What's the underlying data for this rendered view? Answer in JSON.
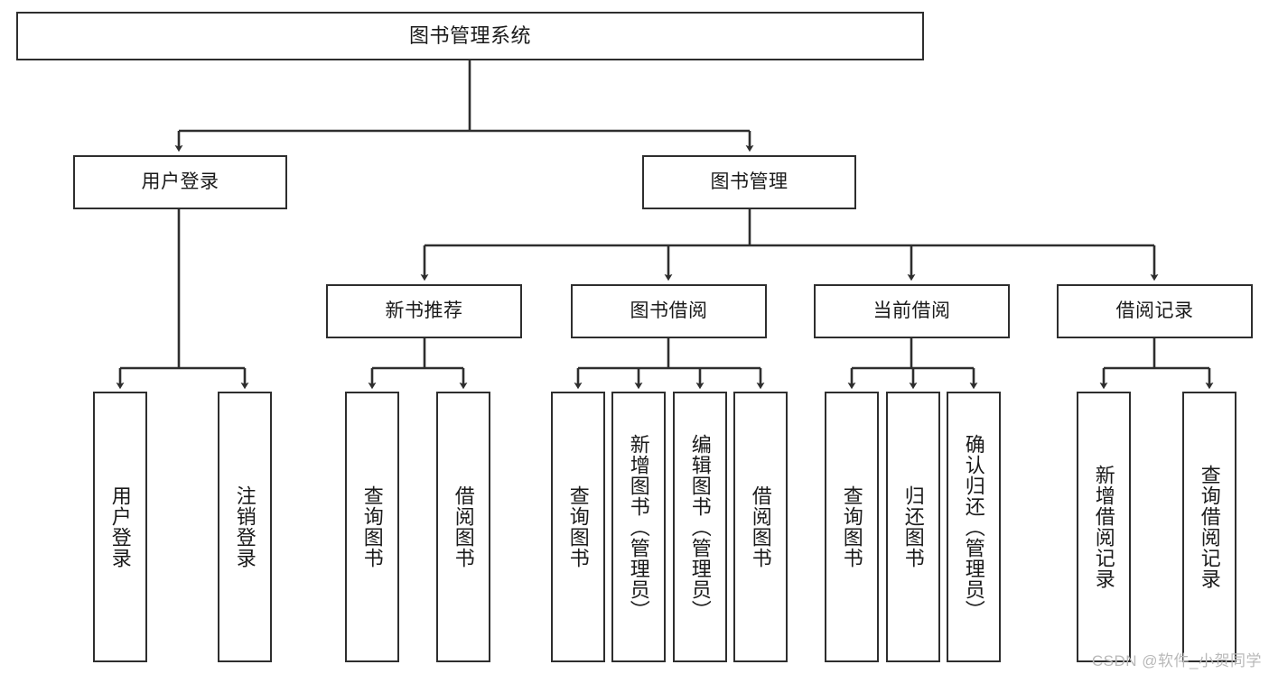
{
  "diagram": {
    "type": "tree",
    "title_text": "图书管理系统",
    "colors": {
      "stroke": "#2e2e2e",
      "fill": "#ffffff",
      "text": "#1a1a1a",
      "watermark": "#b9b9b9"
    },
    "root": {
      "label": "图书管理系统"
    },
    "level2": [
      {
        "label": "用户登录"
      },
      {
        "label": "图书管理"
      }
    ],
    "level3": [
      {
        "label": "新书推荐"
      },
      {
        "label": "图书借阅"
      },
      {
        "label": "当前借阅"
      },
      {
        "label": "借阅记录"
      }
    ],
    "leaves": {
      "user_login": [
        {
          "label": "用户登录"
        },
        {
          "label": "注销登录"
        }
      ],
      "new_book": [
        {
          "label": "查询图书"
        },
        {
          "label": "借阅图书"
        }
      ],
      "borrow": [
        {
          "label": "查询图书"
        },
        {
          "label": "新增图书（管理员）"
        },
        {
          "label": "编辑图书（管理员）"
        },
        {
          "label": "借阅图书"
        }
      ],
      "current": [
        {
          "label": "查询图书"
        },
        {
          "label": "归还图书"
        },
        {
          "label": "确认归还（管理员）"
        }
      ],
      "records": [
        {
          "label": "新增借阅记录"
        },
        {
          "label": "查询借阅记录"
        }
      ]
    }
  },
  "watermark": {
    "text": "CSDN @软件_小贺同学"
  }
}
